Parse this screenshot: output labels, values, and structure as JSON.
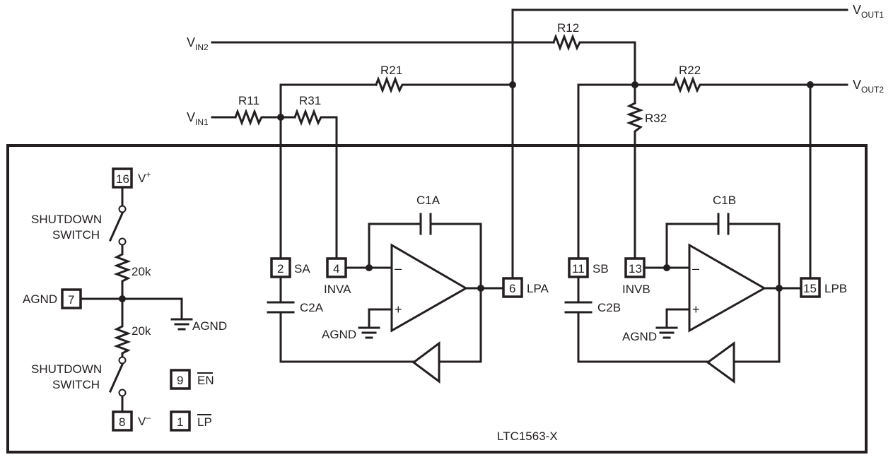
{
  "signals": {
    "vin1": {
      "main": "V",
      "sub": "IN1"
    },
    "vin2": {
      "main": "V",
      "sub": "IN2"
    },
    "vout1": {
      "main": "V",
      "sub": "OUT1"
    },
    "vout2": {
      "main": "V",
      "sub": "OUT2"
    }
  },
  "resistors": {
    "r11": "R11",
    "r31": "R31",
    "r21": "R21",
    "r12": "R12",
    "r22": "R22",
    "r32": "R32",
    "r20k_top": "20k",
    "r20k_bottom": "20k"
  },
  "capacitors": {
    "c1a": "C1A",
    "c2a": "C2A",
    "c1b": "C1B",
    "c2b": "C2B"
  },
  "pins": {
    "p16": {
      "num": "16",
      "name": "V",
      "sup": "+"
    },
    "p7": {
      "num": "7",
      "name": "AGND"
    },
    "p8": {
      "num": "8",
      "name": "V",
      "sup": "–"
    },
    "p9": {
      "num": "9",
      "name": "EN"
    },
    "p1": {
      "num": "1",
      "name": "LP"
    },
    "p2": {
      "num": "2",
      "name": "SA"
    },
    "p4": {
      "num": "4",
      "name": "INVA"
    },
    "p6": {
      "num": "6",
      "name": "LPA"
    },
    "p11": {
      "num": "11",
      "name": "SB"
    },
    "p13": {
      "num": "13",
      "name": "INVB"
    },
    "p15": {
      "num": "15",
      "name": "LPB"
    }
  },
  "labels": {
    "shutdown_top": [
      "SHUTDOWN",
      "SWITCH"
    ],
    "shutdown_bottom": [
      "SHUTDOWN",
      "SWITCH"
    ],
    "agnd_ground_left": "AGND",
    "agnd_opamp_a": "AGND",
    "agnd_opamp_b": "AGND",
    "minus": "–",
    "plus": "+",
    "chip_name": "LTC1563-X"
  }
}
